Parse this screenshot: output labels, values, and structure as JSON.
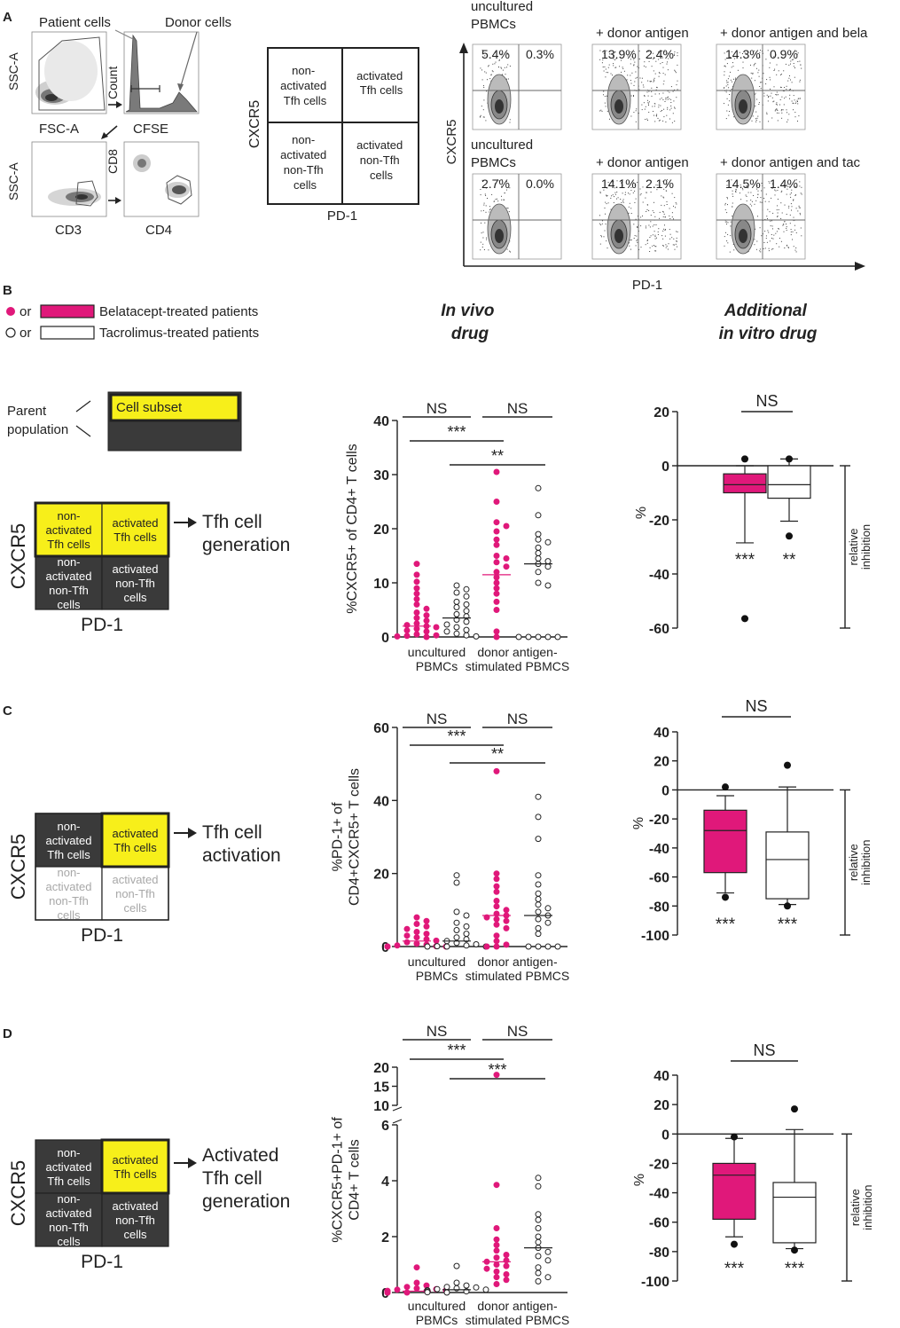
{
  "panels": {
    "A": {
      "letter": "A",
      "gating": {
        "patient_cells": "Patient cells",
        "donor_cells": "Donor cells",
        "ssc_a_1": "SSC-A",
        "fsc_a": "FSC-A",
        "count": "Count",
        "cfse": "CFSE",
        "ssc_a_2": "SSC-A",
        "cd3": "CD3",
        "cd8": "CD8",
        "cd4": "CD4"
      },
      "quadrant_key": {
        "y_axis": "CXCR5",
        "x_axis": "PD-1",
        "q_tl": [
          "non-",
          "activated",
          "Tfh cells"
        ],
        "q_tr": [
          "activated",
          "Tfh cells"
        ],
        "q_bl": [
          "non-",
          "activated",
          "non-Tfh",
          "cells"
        ],
        "q_br": [
          "activated",
          "non-Tfh",
          "cells"
        ]
      },
      "flow": {
        "y_axis": "CXCR5",
        "x_axis": "PD-1",
        "plots": [
          {
            "title": [
              "uncultured",
              "PBMCs"
            ],
            "left_pct": "5.4%",
            "right_pct": "0.3%"
          },
          {
            "title": [
              "+ donor antigen"
            ],
            "left_pct": "13.9%",
            "right_pct": "2.4%"
          },
          {
            "title": [
              "+ donor antigen and bela"
            ],
            "left_pct": "14.3%",
            "right_pct": "0.9%"
          },
          {
            "title": [
              "uncultured",
              "PBMCs"
            ],
            "left_pct": "2.7%",
            "right_pct": "0.0%"
          },
          {
            "title": [
              "+ donor antigen"
            ],
            "left_pct": "14.1%",
            "right_pct": "2.1%"
          },
          {
            "title": [
              "+ donor antigen and tac"
            ],
            "left_pct": "14.5%",
            "right_pct": "1.4%"
          }
        ]
      }
    },
    "B": {
      "letter": "B",
      "legend_bela": "Belatacept-treated patients",
      "legend_tac": "Tacrolimus-treated patients",
      "legend_or": "or",
      "in_vivo": [
        "In vivo",
        "drug"
      ],
      "in_vitro": [
        "Additional",
        "in vitro drug"
      ],
      "parent_population": [
        "Parent",
        "population"
      ],
      "cell_subset": "Cell subset",
      "cxcr5": "CXCR5",
      "pd1": "PD-1",
      "q_tl": [
        "non-",
        "activated",
        "Tfh cells"
      ],
      "q_tr": [
        "activated",
        "Tfh cells"
      ],
      "q_bl": [
        "non-",
        "activated",
        "non-Tfh",
        "cells"
      ],
      "q_br": [
        "activated",
        "non-Tfh",
        "cells"
      ],
      "arrow_label": [
        "Tfh cell",
        "generation"
      ],
      "scatter_ylabel": "%CXCR5+ of CD4+ T cells",
      "box_ylabel": "%",
      "relative_inhibition": [
        "relative",
        "inhibition"
      ]
    },
    "C": {
      "letter": "C",
      "cxcr5": "CXCR5",
      "pd1": "PD-1",
      "q_tl": [
        "non-",
        "activated",
        "Tfh cells"
      ],
      "q_tr": [
        "activated",
        "Tfh cells"
      ],
      "q_bl": [
        "non-",
        "activated",
        "non-Tfh",
        "cells"
      ],
      "q_br": [
        "activated",
        "non-Tfh",
        "cells"
      ],
      "arrow_label": [
        "Tfh cell",
        "activation"
      ],
      "scatter_ylabel": [
        "%PD-1+ of",
        "CD4+CXCR5+ T cells"
      ],
      "box_ylabel": "%",
      "relative_inhibition": [
        "relative",
        "inhibition"
      ]
    },
    "D": {
      "letter": "D",
      "cxcr5": "CXCR5",
      "pd1": "PD-1",
      "q_tl": [
        "non-",
        "activated",
        "Tfh cells"
      ],
      "q_tr": [
        "activated",
        "Tfh cells"
      ],
      "q_bl": [
        "non-",
        "activated",
        "non-Tfh",
        "cells"
      ],
      "q_br": [
        "activated",
        "non-Tfh",
        "cells"
      ],
      "arrow_label": [
        "Activated",
        "Tfh cell",
        "generation"
      ],
      "scatter_ylabel": [
        "%CXCR5+PD-1+ of",
        "CD4+ T cells"
      ],
      "box_ylabel": "%",
      "relative_inhibition": [
        "relative",
        "inhibition"
      ]
    }
  },
  "colors": {
    "bela": "#e0187a",
    "tac": "#ffffff",
    "yellow": "#f7ef1a",
    "dark": "#3a3a3a",
    "text": "#222222"
  },
  "chart_data": [
    {
      "id": "B-scatter",
      "type": "scatter",
      "ylabel": "%CXCR5+ of CD4+ T cells",
      "ylim": [
        0,
        40
      ],
      "yticks": [
        0,
        10,
        20,
        30,
        40
      ],
      "category_labels": [
        [
          "uncultured",
          "PBMCs"
        ],
        [
          "donor antigen-",
          "stimulated PBMCS"
        ]
      ],
      "groups": [
        {
          "name": "uncultured bela",
          "color": "bela",
          "median": 2.0,
          "values": [
            13.5,
            11.5,
            10.2,
            9.0,
            8.0,
            7.0,
            6.0,
            5.2,
            4.5,
            4.0,
            3.5,
            3.0,
            2.5,
            2.2,
            2.0,
            1.8,
            1.5,
            1.2,
            1.0,
            0.5,
            0.3,
            0.2,
            0.1,
            0.0
          ]
        },
        {
          "name": "uncultured tac",
          "color": "tac",
          "median": 3.5,
          "values": [
            9.5,
            8.8,
            8.2,
            7.5,
            6.5,
            6.0,
            5.5,
            4.8,
            4.2,
            3.8,
            3.2,
            2.8,
            2.3,
            1.8,
            1.3,
            1.0,
            0.6,
            0.3,
            0.1
          ]
        },
        {
          "name": "donor antigen bela",
          "color": "bela",
          "median": 11.5,
          "values": [
            30.5,
            25.0,
            21.2,
            20.5,
            19.5,
            18.0,
            17.0,
            15.0,
            14.5,
            13.8,
            13.0,
            12.0,
            11.0,
            10.0,
            9.0,
            8.0,
            6.5,
            5.0,
            1.0,
            0.0
          ]
        },
        {
          "name": "donor antigen tac",
          "color": "tac",
          "median": 13.5,
          "values": [
            27.5,
            22.5,
            19.0,
            18.0,
            17.5,
            16.5,
            15.5,
            14.5,
            14.0,
            13.5,
            13.0,
            12.0,
            10.0,
            9.5,
            0.0,
            0.0,
            0.0,
            0.0,
            0.0
          ]
        }
      ],
      "significance": [
        {
          "label": "NS",
          "groups": [
            0,
            1
          ]
        },
        {
          "label": "NS",
          "groups": [
            2,
            3
          ]
        },
        {
          "label": "***",
          "groups": [
            0,
            2
          ]
        },
        {
          "label": "**",
          "groups": [
            1,
            3
          ]
        }
      ]
    },
    {
      "id": "B-box",
      "type": "box",
      "ylabel": "%",
      "ylim": [
        -60,
        20
      ],
      "yticks": [
        20,
        0,
        -20,
        -40,
        -60
      ],
      "boxes": [
        {
          "name": "bela",
          "color": "bela",
          "q1": -10,
          "median": -7,
          "q3": -3,
          "whisker_low": -28.5,
          "whisker_high": 0,
          "outliers": [
            2.5,
            -56.5
          ],
          "stars": "***"
        },
        {
          "name": "tac",
          "color": "tac",
          "q1": -12,
          "median": -7,
          "q3": 0,
          "whisker_low": -20.5,
          "whisker_high": 2.5,
          "outliers": [
            2.5,
            -26
          ],
          "stars": "**"
        }
      ],
      "significance": [
        {
          "label": "NS",
          "groups": [
            0,
            1
          ]
        }
      ]
    },
    {
      "id": "C-scatter",
      "type": "scatter",
      "ylabel": "%PD-1+ of CD4+CXCR5+ T cells",
      "ylim": [
        0,
        60
      ],
      "yticks": [
        0,
        20,
        40,
        60
      ],
      "category_labels": [
        [
          "uncultured",
          "PBMCs"
        ],
        [
          "donor antigen-",
          "stimulated PBMCS"
        ]
      ],
      "groups": [
        {
          "name": "uncultured bela",
          "color": "bela",
          "median": 1.5,
          "values": [
            8.0,
            7.0,
            6.2,
            5.5,
            4.8,
            4.0,
            3.5,
            3.0,
            2.5,
            2.0,
            1.6,
            1.2,
            0.8,
            0.5,
            0.3,
            0.1,
            0.0,
            0.0,
            0.0
          ]
        },
        {
          "name": "uncultured tac",
          "color": "tac",
          "median": 1.5,
          "values": [
            19.5,
            17.5,
            9.5,
            8.5,
            6.5,
            5.5,
            4.5,
            3.5,
            2.5,
            2.0,
            1.5,
            1.0,
            0.6,
            0.3,
            0.1,
            0.0,
            0.0,
            0.0
          ]
        },
        {
          "name": "donor antigen bela",
          "color": "bela",
          "median": 8.5,
          "values": [
            48.0,
            20.0,
            18.5,
            16.5,
            15.0,
            12.5,
            11.0,
            10.0,
            9.0,
            8.5,
            8.0,
            7.5,
            7.0,
            6.0,
            5.0,
            3.0,
            1.5,
            0.5,
            0.0,
            0.0
          ]
        },
        {
          "name": "donor antigen tac",
          "color": "tac",
          "median": 8.5,
          "values": [
            41.0,
            35.5,
            29.5,
            19.5,
            17.0,
            14.5,
            13.0,
            11.5,
            10.5,
            9.5,
            8.5,
            7.5,
            6.5,
            5.0,
            3.5,
            0.0,
            0.0,
            0.0,
            0.0
          ]
        }
      ],
      "significance": [
        {
          "label": "NS",
          "groups": [
            0,
            1
          ]
        },
        {
          "label": "NS",
          "groups": [
            2,
            3
          ]
        },
        {
          "label": "***",
          "groups": [
            0,
            2
          ]
        },
        {
          "label": "**",
          "groups": [
            1,
            3
          ]
        }
      ]
    },
    {
      "id": "C-box",
      "type": "box",
      "ylabel": "%",
      "ylim": [
        -100,
        40
      ],
      "yticks": [
        40,
        20,
        0,
        -20,
        -40,
        -60,
        -80,
        -100
      ],
      "boxes": [
        {
          "name": "bela",
          "color": "bela",
          "q1": -57,
          "median": -28,
          "q3": -14,
          "whisker_low": -71,
          "whisker_high": -4,
          "outliers": [
            2,
            -74
          ],
          "stars": "***"
        },
        {
          "name": "tac",
          "color": "tac",
          "q1": -75,
          "median": -48,
          "q3": -29,
          "whisker_low": -79,
          "whisker_high": 2,
          "outliers": [
            17,
            -80
          ],
          "stars": "***"
        }
      ],
      "significance": [
        {
          "label": "NS",
          "groups": [
            0,
            1
          ]
        }
      ]
    },
    {
      "id": "D-scatter",
      "type": "scatter",
      "ylabel": "%CXCR5+PD-1+ of CD4+ T cells",
      "broken_axis": true,
      "ylim_lower": [
        0,
        6
      ],
      "ylim_upper": [
        10,
        20
      ],
      "yticks_lower": [
        0,
        2,
        4,
        6
      ],
      "yticks_upper": [
        10,
        15,
        20
      ],
      "category_labels": [
        [
          "uncultured",
          "PBMCs"
        ],
        [
          "donor antigen-",
          "stimulated PBMCS"
        ]
      ],
      "groups": [
        {
          "name": "uncultured bela",
          "color": "bela",
          "median": 0.05,
          "values": [
            0.9,
            0.35,
            0.25,
            0.2,
            0.15,
            0.12,
            0.1,
            0.08,
            0.06,
            0.05,
            0.04,
            0.03,
            0.02,
            0.01,
            0.0,
            0.0,
            0.0,
            0.0
          ]
        },
        {
          "name": "uncultured tac",
          "color": "tac",
          "median": 0.1,
          "values": [
            0.95,
            0.35,
            0.25,
            0.2,
            0.18,
            0.15,
            0.12,
            0.1,
            0.08,
            0.06,
            0.04,
            0.02,
            0.01,
            0.0
          ]
        },
        {
          "name": "donor antigen bela",
          "color": "bela",
          "median": 1.1,
          "values": [
            18.0,
            3.85,
            2.3,
            1.9,
            1.7,
            1.5,
            1.35,
            1.25,
            1.15,
            1.1,
            1.0,
            0.95,
            0.85,
            0.75,
            0.65,
            0.55,
            0.45,
            0.3
          ]
        },
        {
          "name": "donor antigen tac",
          "color": "tac",
          "median": 1.6,
          "values": [
            4.1,
            3.8,
            2.8,
            2.6,
            2.3,
            2.0,
            1.8,
            1.6,
            1.45,
            1.3,
            1.15,
            0.9,
            0.7,
            0.55,
            0.4
          ]
        }
      ],
      "significance": [
        {
          "label": "NS",
          "groups": [
            0,
            1
          ]
        },
        {
          "label": "NS",
          "groups": [
            2,
            3
          ]
        },
        {
          "label": "***",
          "groups": [
            0,
            2
          ]
        },
        {
          "label": "***",
          "groups": [
            1,
            3
          ]
        }
      ]
    },
    {
      "id": "D-box",
      "type": "box",
      "ylabel": "%",
      "ylim": [
        -100,
        40
      ],
      "yticks": [
        40,
        20,
        0,
        -20,
        -40,
        -60,
        -80,
        -100
      ],
      "boxes": [
        {
          "name": "bela",
          "color": "bela",
          "q1": -58,
          "median": -28,
          "q3": -20,
          "whisker_low": -70,
          "whisker_high": -3,
          "outliers": [
            -2,
            -75
          ],
          "stars": "***"
        },
        {
          "name": "tac",
          "color": "tac",
          "q1": -74,
          "median": -43,
          "q3": -33,
          "whisker_low": -78,
          "whisker_high": 3,
          "outliers": [
            17,
            -79
          ],
          "stars": "***"
        }
      ],
      "significance": [
        {
          "label": "NS",
          "groups": [
            0,
            1
          ]
        }
      ]
    }
  ]
}
